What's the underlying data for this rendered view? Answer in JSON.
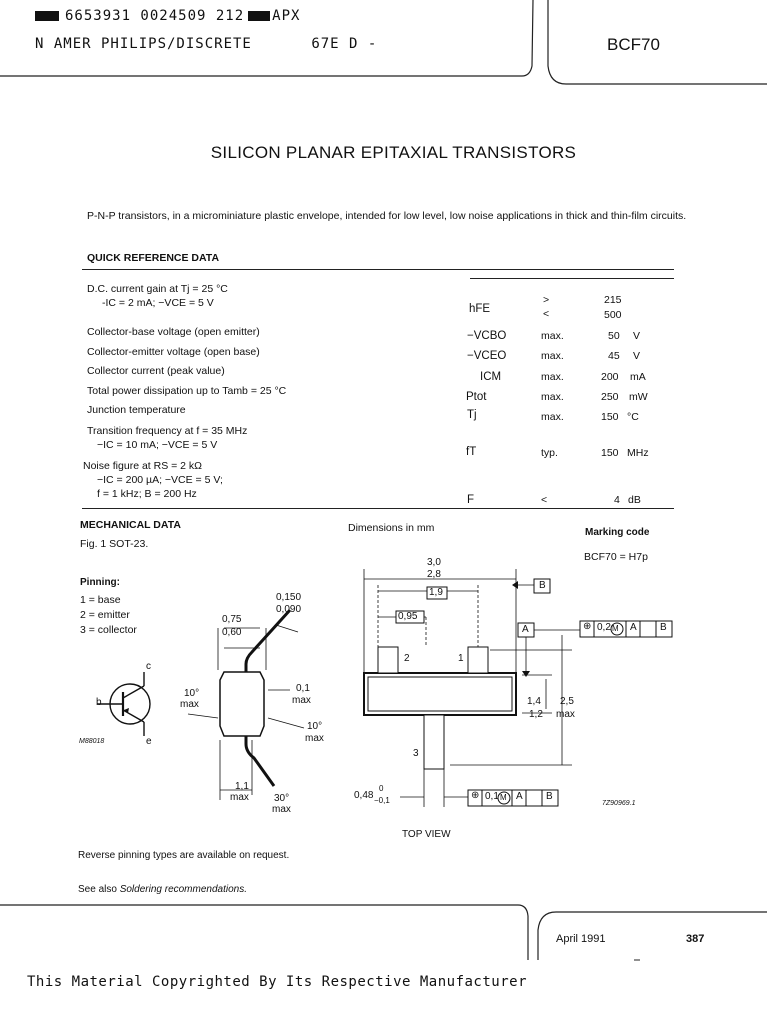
{
  "header": {
    "line1_a": "6653931 0024509 212",
    "line1_b": "APX",
    "line2": "N AMER PHILIPS/DISCRETE",
    "line2_code": "67E D",
    "type": "BCF70"
  },
  "title": "SILICON PLANAR EPITAXIAL TRANSISTORS",
  "intro": "P-N-P transistors, in a microminiature plastic envelope, intended for low level, low noise applications in thick and thin-film circuits.",
  "quick_ref": {
    "heading": "QUICK REFERENCE DATA",
    "rows": [
      {
        "param": "D.C. current gain at Tj = 25 °C",
        "cond": "-IC = 2 mA; −VCE = 5 V",
        "sym": "hFE",
        "lim": [
          ">",
          "<"
        ],
        "val": [
          "215",
          "500"
        ],
        "unit": ""
      },
      {
        "param": "Collector-base voltage (open emitter)",
        "sym": "−VCBO",
        "lim": "max.",
        "val": "50",
        "unit": "V"
      },
      {
        "param": "Collector-emitter voltage (open base)",
        "sym": "−VCEO",
        "lim": "max.",
        "val": "45",
        "unit": "V"
      },
      {
        "param": "Collector current (peak value)",
        "sym": "ICM",
        "lim": "max.",
        "val": "200",
        "unit": "mA"
      },
      {
        "param": "Total power dissipation up to Tamb = 25 °C",
        "sym": "Ptot",
        "lim": "max.",
        "val": "250",
        "unit": "mW"
      },
      {
        "param": "Junction temperature",
        "sym": "Tj",
        "lim": "max.",
        "val": "150",
        "unit": "°C"
      },
      {
        "param": "Transition frequency at f = 35 MHz",
        "cond": "−IC = 10 mA; −VCE = 5 V",
        "sym": "fT",
        "lim": "typ.",
        "val": "150",
        "unit": "MHz"
      },
      {
        "param": "Noise figure at RS = 2 kΩ",
        "cond": "−IC = 200 µA; −VCE = 5 V;",
        "cond2": "f = 1 kHz; B = 200 Hz",
        "sym": "F",
        "lim": "<",
        "val": "4",
        "unit": "dB"
      }
    ]
  },
  "mechanical": {
    "heading": "MECHANICAL DATA",
    "fig": "Fig. 1  SOT-23.",
    "dimensions_note": "Dimensions in mm",
    "marking_heading": "Marking code",
    "marking_value": "BCF70 = H7p",
    "pinning_heading": "Pinning:",
    "pins": [
      "1 = base",
      "2 = emitter",
      "3 = collector"
    ],
    "side": {
      "d_0150": "0,150",
      "d_0090": "0,090",
      "d_075": "0,75",
      "d_060": "0,60",
      "angle_10": "10°",
      "max": "max",
      "d_01": "0,1",
      "angle_10b": "10°",
      "d_11": "1,1",
      "angle_30": "30°"
    },
    "symbol": {
      "c": "c",
      "b": "b",
      "e": "e",
      "ref": "M88018"
    },
    "top": {
      "d_30": "3,0",
      "d_28": "2,8",
      "d_19": "1,9",
      "d_095": "0,95",
      "ref_b": "B",
      "ref_a": "A",
      "tol1": [
        "⊕",
        "0,2",
        "M",
        "A",
        "B"
      ],
      "pin2": "2",
      "pin1": "1",
      "pin3": "3",
      "d_14": "1,4",
      "d_12": "1,2",
      "d_25": "2,5",
      "max": "max",
      "d_048": "0,48",
      "d_048_up": "0",
      "d_048_dn": "−0,1",
      "tol2": [
        "⊕",
        "0,1",
        "M",
        "A",
        "B"
      ],
      "ref2": "7Z90969.1",
      "view": "TOP VIEW"
    }
  },
  "notes": {
    "reverse": "Reverse pinning types are available on request.",
    "see_also_a": "See also ",
    "see_also_b": "Soldering recommendations."
  },
  "footer": {
    "date": "April 1991",
    "page": "387",
    "copyright": "This Material Copyrighted By Its Respective Manufacturer"
  }
}
